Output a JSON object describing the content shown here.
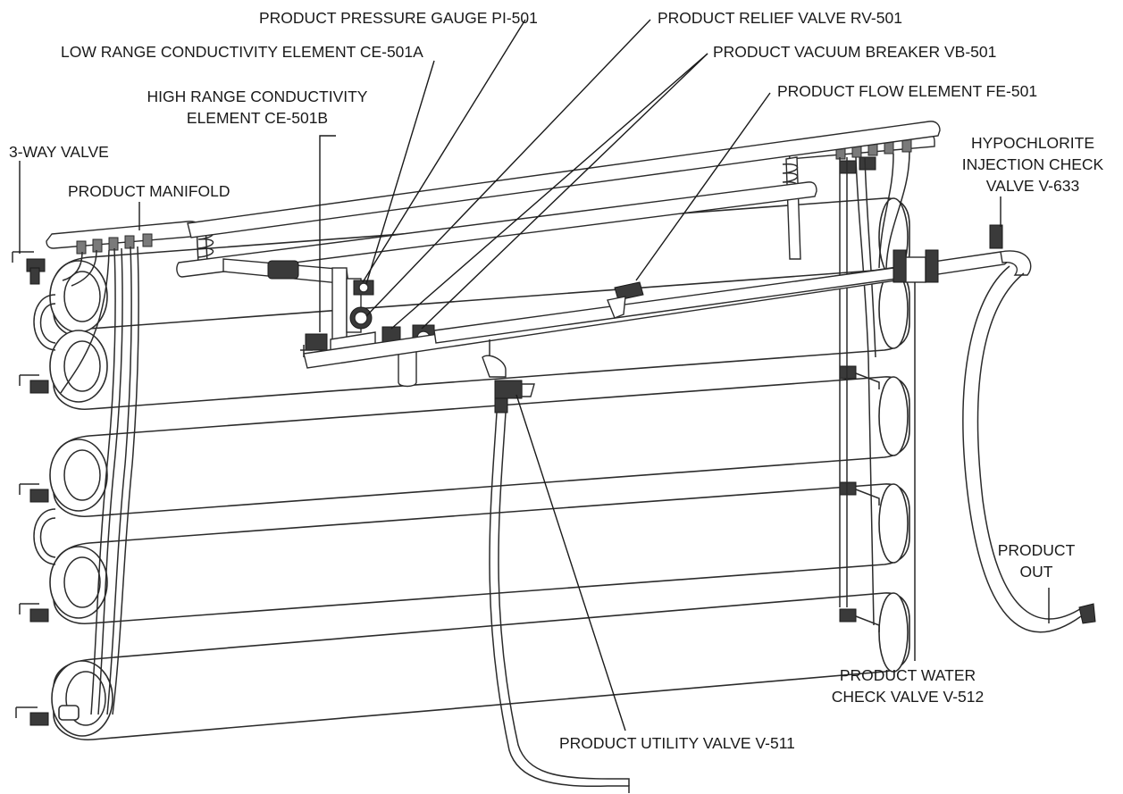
{
  "labels": {
    "product_pressure_gauge": "PRODUCT PRESSURE GAUGE PI-501",
    "product_relief_valve": "PRODUCT RELIEF VALVE RV-501",
    "low_range_conductivity": "LOW RANGE CONDUCTIVITY ELEMENT CE-501A",
    "product_vacuum_breaker": "PRODUCT VACUUM BREAKER VB-501",
    "high_range_conductivity_line1": "HIGH RANGE CONDUCTIVITY",
    "high_range_conductivity_line2": "ELEMENT CE-501B",
    "product_flow_element": "PRODUCT FLOW ELEMENT FE-501",
    "three_way_valve": "3-WAY VALVE",
    "hypochlorite_line1": "HYPOCHLORITE",
    "hypochlorite_line2": "INJECTION CHECK",
    "hypochlorite_line3": "VALVE V-633",
    "product_manifold": "PRODUCT MANIFOLD",
    "product_out_line1": "PRODUCT",
    "product_out_line2": "OUT",
    "product_water_check_line1": "PRODUCT WATER",
    "product_water_check_line2": "CHECK VALVE V-512",
    "product_utility_valve": "PRODUCT UTILITY VALVE V-511"
  }
}
